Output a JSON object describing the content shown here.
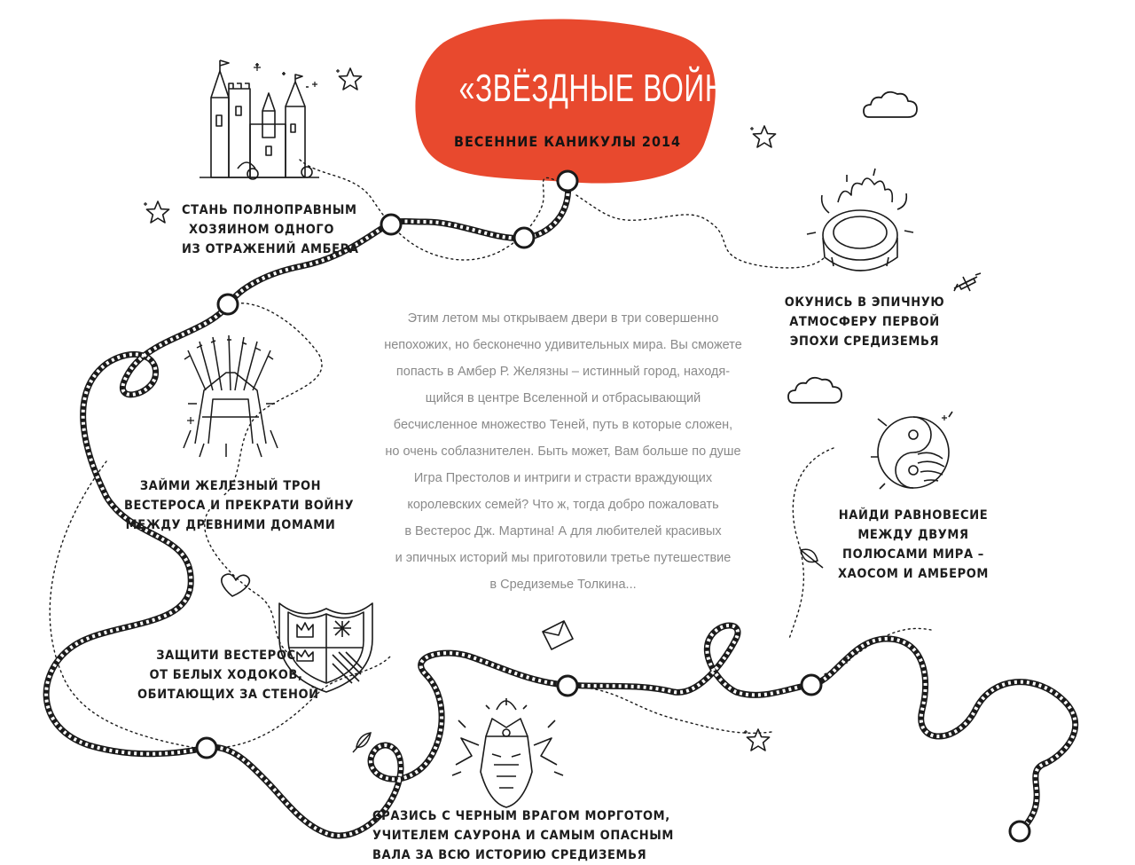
{
  "title": "«ЗВЁЗДНЫЕ ВОЙНЫ»",
  "subtitle": "ВЕСЕННИЕ КАНИКУЛЫ 2014",
  "colors": {
    "accent": "#e8492e",
    "ink": "#1a1a1a",
    "body_text": "#8a8a8a"
  },
  "body_lines": [
    "Этим летом мы открываем двери в три совершенно",
    "непохожих, но бесконечно удивительных мира. Вы сможете",
    "попасть в Амбер Р. Желязны – истинный город, находя-",
    "щийся в центре Вселенной и отбрасывающий",
    "бесчисленное множество Теней, путь в которые сложен,",
    "но очень соблазнителен. Быть может, Вам больше по душе",
    "Игра Престолов и интриги и страсти враждующих",
    "королевских семей? Что ж, тогда добро пожаловать",
    "в Вестерос Дж. Мартина!  А для любителей красивых",
    "и эпичных историй мы приготовили третье путешествие",
    "в Средиземье Толкина..."
  ],
  "captions": {
    "amber": [
      "СТАНЬ ПОЛНОПРАВНЫМ",
      "ХОЗЯИНОМ ОДНОГО",
      "ИЗ ОТРАЖЕНИЙ АМБЕРА"
    ],
    "throne": [
      "ЗАЙМИ ЖЕЛЕЗНЫЙ ТРОН",
      "ВЕСТЕРОСА И ПРЕКРАТИ ВОЙНУ",
      "МЕЖДУ ДРЕВНИМИ ДОМАМИ"
    ],
    "wall": [
      "ЗАЩИТИ ВЕСТЕРОС",
      "ОТ БЕЛЫХ ХОДОКОВ,",
      "ОБИТАЮЩИХ ЗА СТЕНОЙ"
    ],
    "morgoth": [
      "СРАЗИСЬ С ЧЕРНЫМ ВРАГОМ МОРГОТОМ,",
      "УЧИТЕЛЕМ САУРОНА И САМЫМ ОПАСНЫМ",
      "ВАЛА ЗА ВСЮ ИСТОРИЮ СРЕДИЗЕМЬЯ"
    ],
    "ring": [
      "ОКУНИСЬ В ЭПИЧНУЮ",
      "АТМОСФЕРУ ПЕРВОЙ",
      "ЭПОХИ СРЕДИЗЕМЬЯ"
    ],
    "balance": [
      "НАЙДИ РАВНОВЕСИЕ",
      "МЕЖДУ ДВУМЯ",
      "ПОЛЮСАМИ МИРА –",
      "ХАОСОМ И АМБЕРОМ"
    ]
  },
  "icons": {
    "castle": "castle-icon",
    "throne": "iron-throne-icon",
    "shield": "shield-icon",
    "morgoth": "morgoth-face-icon",
    "ring": "burning-ring-icon",
    "yin_yang": "yin-yang-icon",
    "star": "star-icon",
    "cloud": "cloud-icon",
    "heart": "heart-icon",
    "leaf": "leaf-icon",
    "envelope": "envelope-icon",
    "airplane": "airplane-icon"
  }
}
